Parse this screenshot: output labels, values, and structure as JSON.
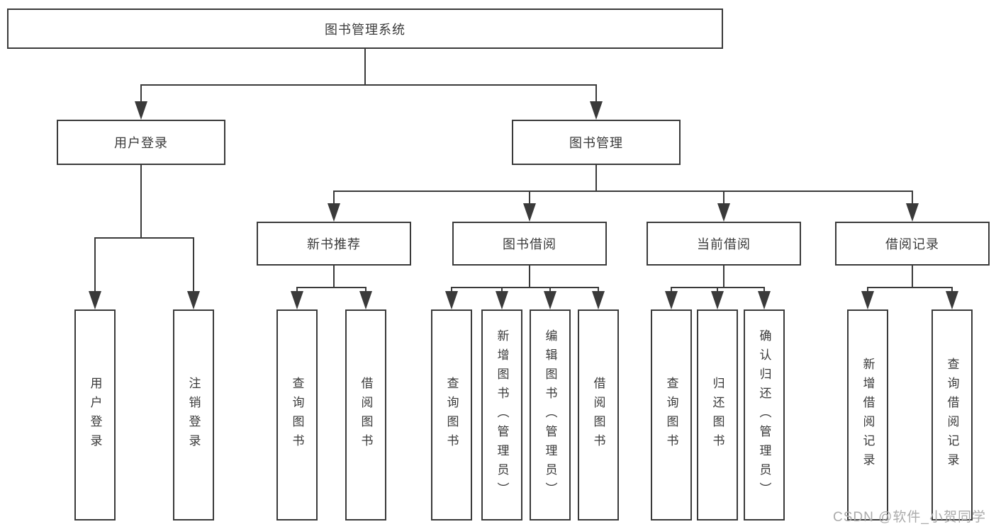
{
  "tree": {
    "label": "图书管理系统",
    "children": [
      {
        "label": "用户登录",
        "children": [
          {
            "label": "用户登录"
          },
          {
            "label": "注销登录"
          }
        ]
      },
      {
        "label": "图书管理",
        "children": [
          {
            "label": "新书推荐",
            "children": [
              {
                "label": "查询图书"
              },
              {
                "label": "借阅图书"
              }
            ]
          },
          {
            "label": "图书借阅",
            "children": [
              {
                "label": "查询图书"
              },
              {
                "label": "新增图书（管理员）"
              },
              {
                "label": "编辑图书（管理员）"
              },
              {
                "label": "借阅图书"
              }
            ]
          },
          {
            "label": "当前借阅",
            "children": [
              {
                "label": "查询图书"
              },
              {
                "label": "归还图书"
              },
              {
                "label": "确认归还（管理员）"
              }
            ]
          },
          {
            "label": "借阅记录",
            "children": [
              {
                "label": "新增借阅记录"
              },
              {
                "label": "查询借阅记录"
              }
            ]
          }
        ]
      }
    ]
  },
  "watermark": {
    "text": "CSDN @软件_小贺同学"
  },
  "colors": {
    "line": "#3a3a3a",
    "text": "#3a3a3a",
    "background": "#ffffff",
    "watermark": "#ababab"
  }
}
